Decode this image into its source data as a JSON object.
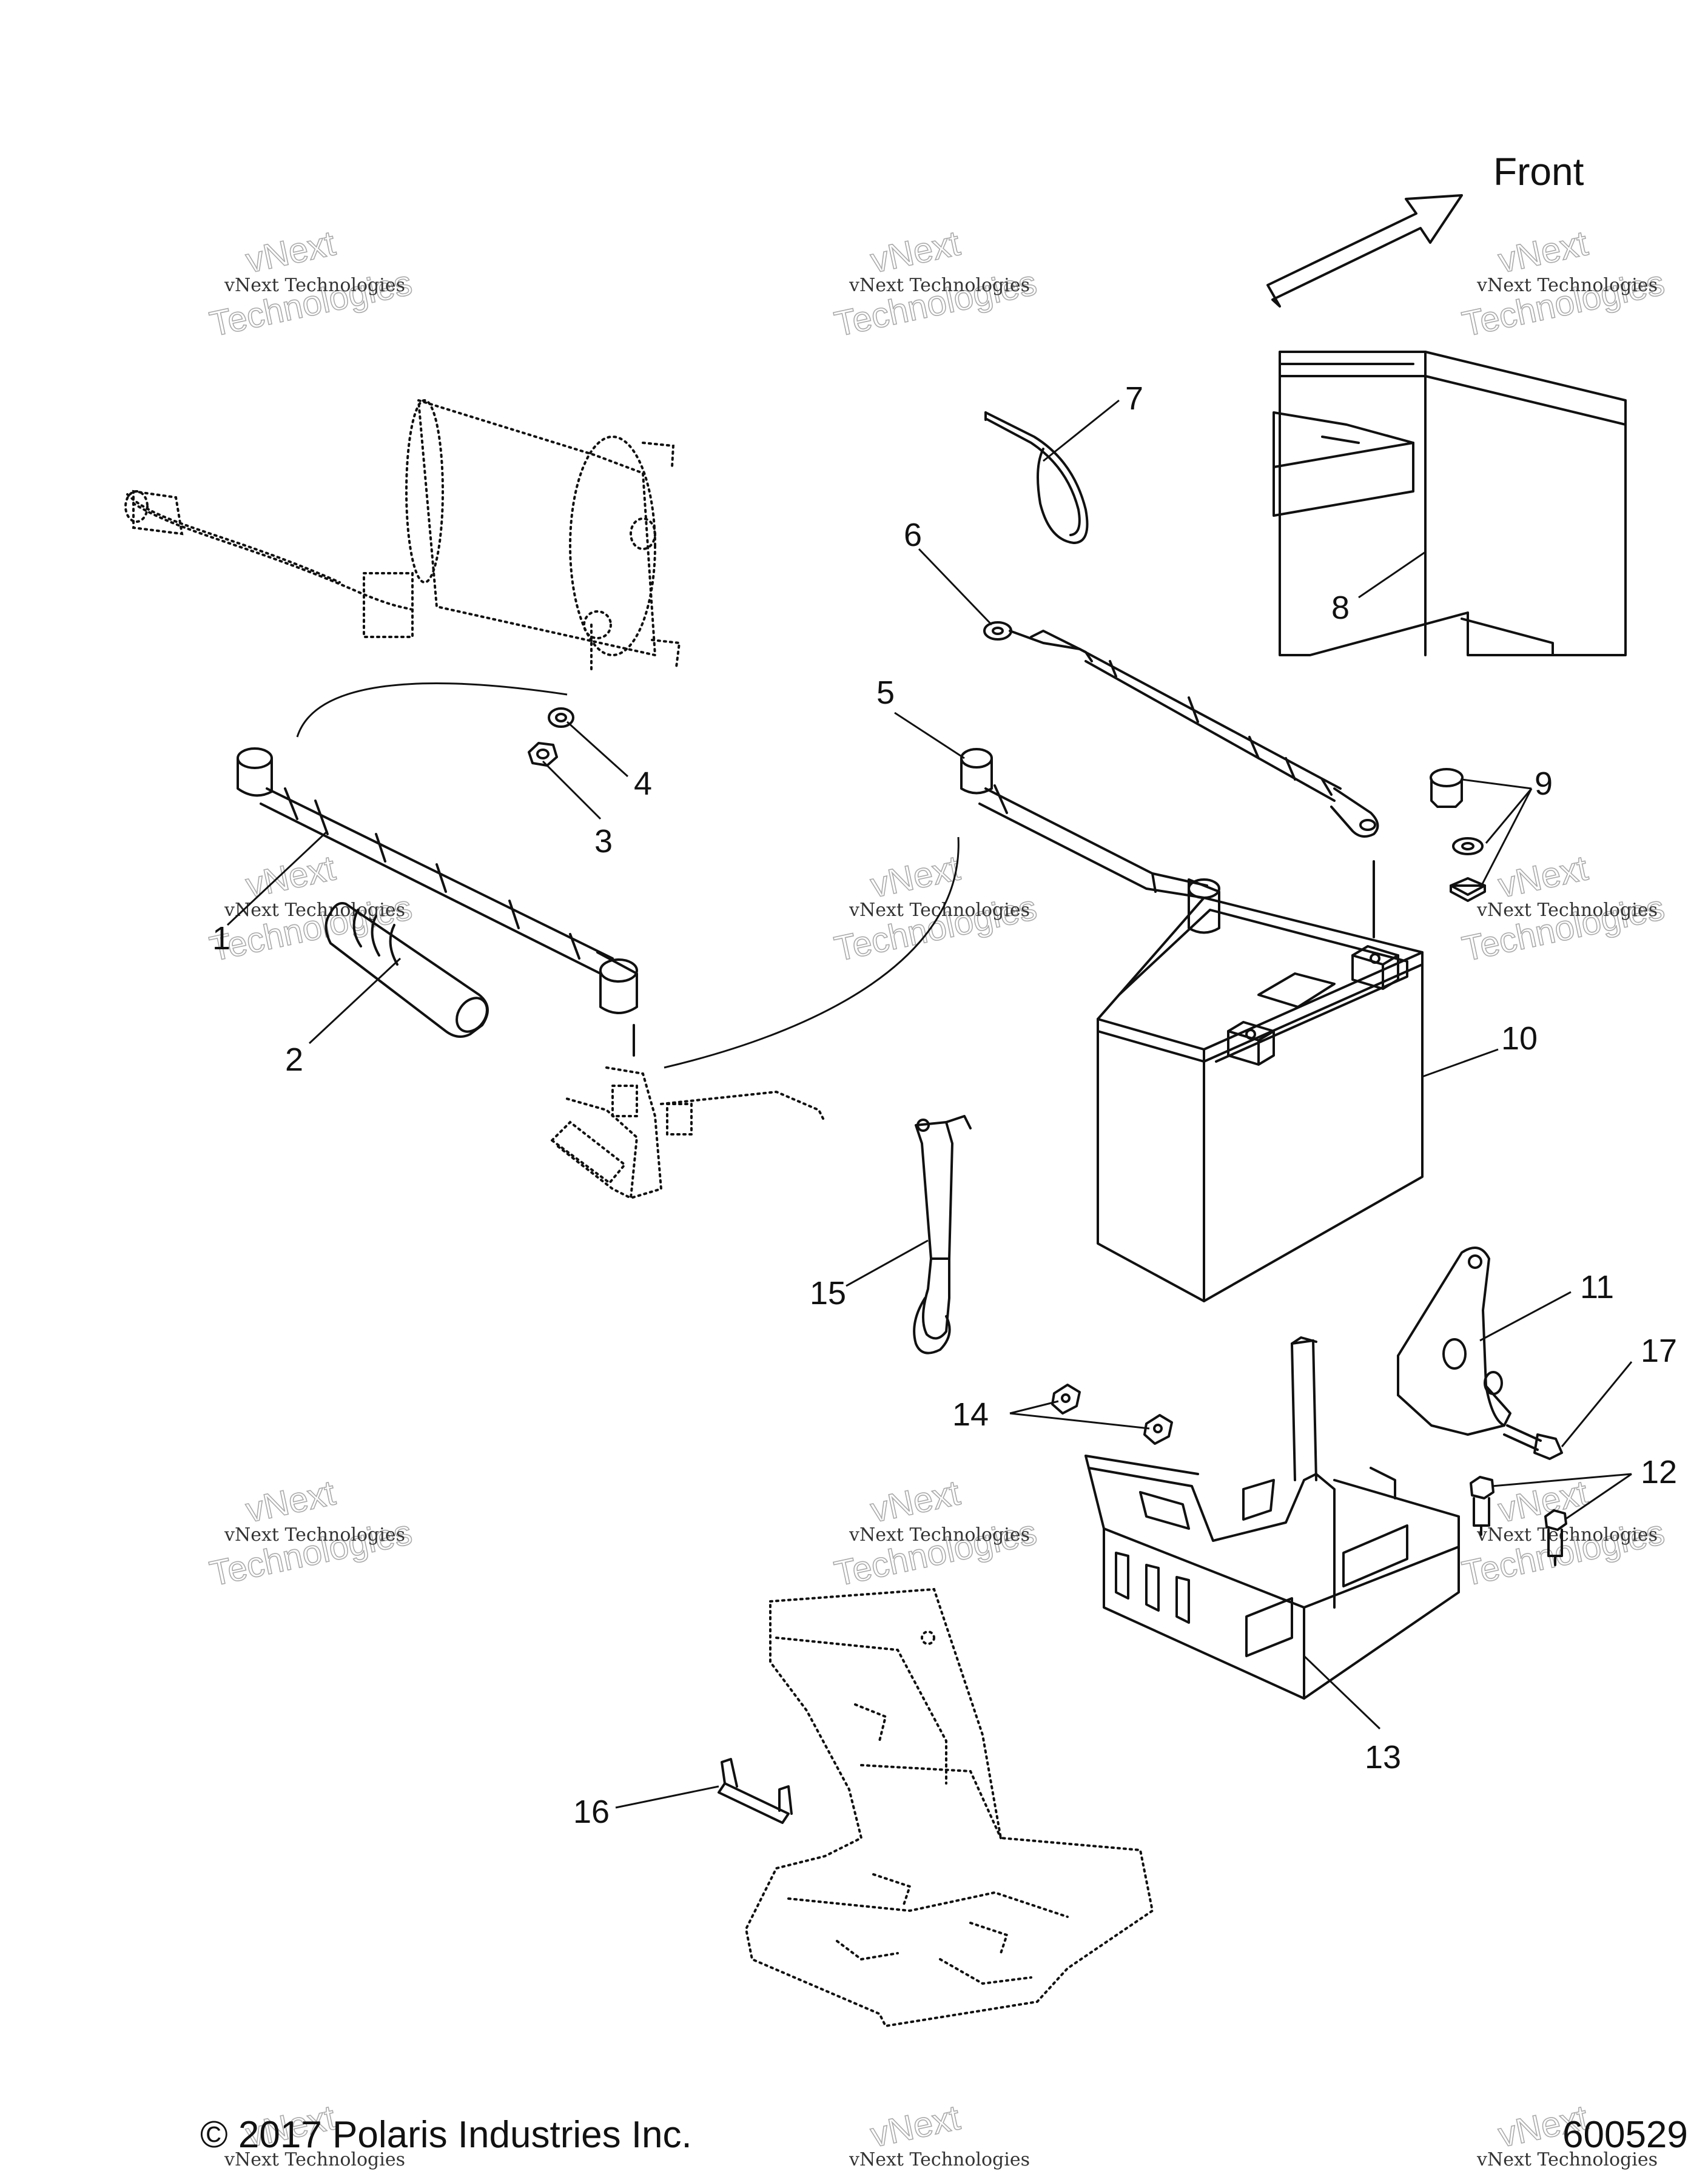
{
  "orientation_label": "Front",
  "callouts": [
    "1",
    "2",
    "3",
    "4",
    "5",
    "6",
    "7",
    "8",
    "9",
    "10",
    "11",
    "12",
    "13",
    "14",
    "15",
    "16",
    "17"
  ],
  "watermark": {
    "brand_small": "vNext Technologies",
    "brand_large_1": "vNext",
    "brand_large_2": "Technologies"
  },
  "footer": {
    "copyright": "© 2017 Polaris Industries Inc.",
    "diagram_number": "600529"
  }
}
